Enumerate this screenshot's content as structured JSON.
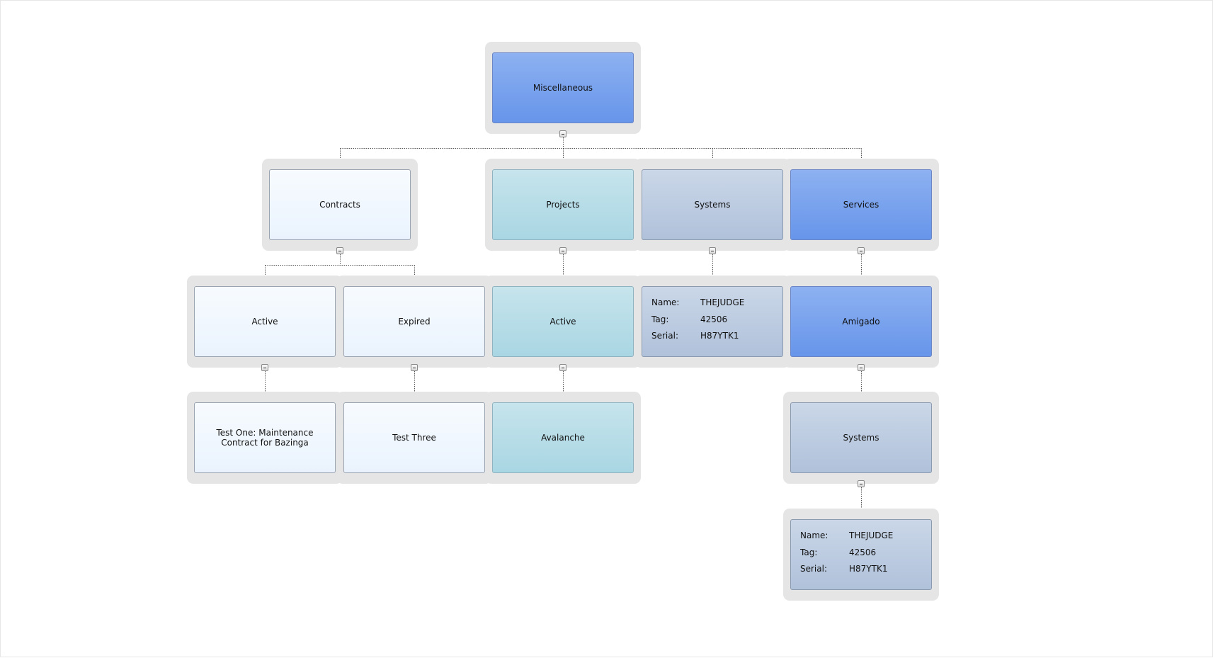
{
  "diagram": {
    "title": "",
    "nodes": [
      {
        "id": "misc",
        "label": "Miscellaneous",
        "style": "blue",
        "parent": null,
        "collapsible": true,
        "toggle_symbol": "−"
      },
      {
        "id": "contracts",
        "label": "Contracts",
        "style": "white",
        "parent": "misc",
        "collapsible": true,
        "toggle_symbol": "−"
      },
      {
        "id": "projects",
        "label": "Projects",
        "style": "teal",
        "parent": "misc",
        "collapsible": true,
        "toggle_symbol": "−"
      },
      {
        "id": "systems1",
        "label": "Systems",
        "style": "slate",
        "parent": "misc",
        "collapsible": true,
        "toggle_symbol": "−"
      },
      {
        "id": "services",
        "label": "Services",
        "style": "blue",
        "parent": "misc",
        "collapsible": true,
        "toggle_symbol": "−"
      },
      {
        "id": "c_active",
        "label": "Active",
        "style": "white",
        "parent": "contracts",
        "collapsible": true,
        "toggle_symbol": "−"
      },
      {
        "id": "c_expired",
        "label": "Expired",
        "style": "white",
        "parent": "contracts",
        "collapsible": true,
        "toggle_symbol": "−"
      },
      {
        "id": "p_active",
        "label": "Active",
        "style": "teal",
        "parent": "projects",
        "collapsible": true,
        "toggle_symbol": "−"
      },
      {
        "id": "sys1_detail",
        "label": "",
        "style": "slate",
        "parent": "systems1",
        "collapsible": false,
        "details": [
          {
            "key": "Name:",
            "value": "THEJUDGE"
          },
          {
            "key": "Tag:",
            "value": "42506"
          },
          {
            "key": "Serial:",
            "value": "H87YTK1"
          }
        ]
      },
      {
        "id": "amigado",
        "label": "Amigado",
        "style": "blue",
        "parent": "services",
        "collapsible": true,
        "toggle_symbol": "−"
      },
      {
        "id": "test_one",
        "label": "Test One: Maintenance Contract for Bazinga",
        "style": "white",
        "parent": "c_active",
        "collapsible": false
      },
      {
        "id": "test_three",
        "label": "Test Three",
        "style": "white",
        "parent": "c_expired",
        "collapsible": false
      },
      {
        "id": "avalanche",
        "label": "Avalanche",
        "style": "teal",
        "parent": "p_active",
        "collapsible": false
      },
      {
        "id": "systems2",
        "label": "Systems",
        "style": "slate",
        "parent": "amigado",
        "collapsible": true,
        "toggle_symbol": "−"
      },
      {
        "id": "sys2_detail",
        "label": "",
        "style": "slate",
        "parent": "systems2",
        "collapsible": false,
        "details": [
          {
            "key": "Name:",
            "value": "THEJUDGE"
          },
          {
            "key": "Tag:",
            "value": "42506"
          },
          {
            "key": "Serial:",
            "value": "H87YTK1"
          }
        ]
      }
    ]
  }
}
